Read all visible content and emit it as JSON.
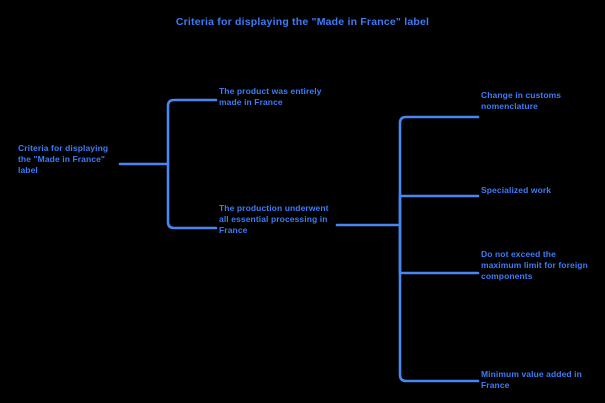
{
  "title": "Criteria for displaying the \"Made in France\" label",
  "colors": {
    "background": "#000000",
    "text": "#3d7bf7",
    "connector": "#4a86f0"
  },
  "chart_data": {
    "type": "tree",
    "orientation": "left-to-right",
    "title": "Criteria for displaying the \"Made in France\" label",
    "root": {
      "label": "Criteria for displaying the \"Made in France\" label"
    },
    "level1": [
      {
        "label": "The product was entirely made in France"
      },
      {
        "label": "The production underwent all essential processing in France"
      }
    ],
    "level2": [
      {
        "label": "Change in customs nomenclature"
      },
      {
        "label": "Specialized work"
      },
      {
        "label": "Do not exceed the maximum limit for foreign components"
      },
      {
        "label": "Minimum value added in France"
      }
    ],
    "edges": [
      {
        "from": "root",
        "to": "level1.0"
      },
      {
        "from": "root",
        "to": "level1.1"
      },
      {
        "from": "level1.1",
        "to": "level2.0"
      },
      {
        "from": "level1.1",
        "to": "level2.1"
      },
      {
        "from": "level1.1",
        "to": "level2.2"
      },
      {
        "from": "level1.1",
        "to": "level2.3"
      }
    ]
  }
}
